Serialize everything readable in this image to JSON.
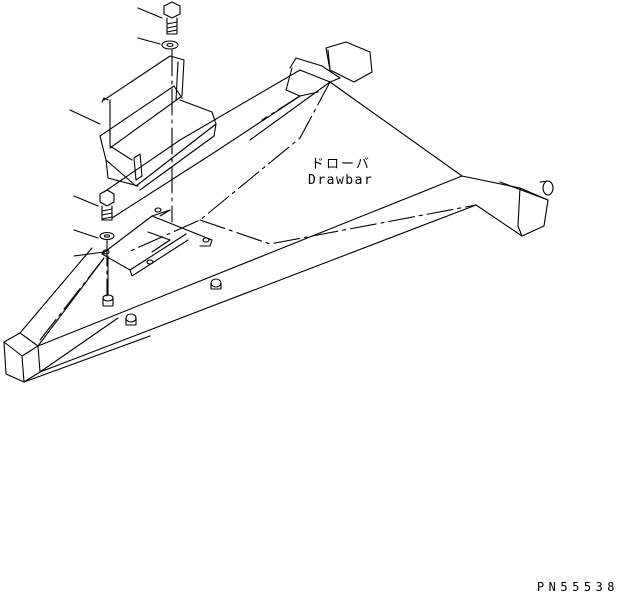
{
  "diagram": {
    "label_japanese": "ドローバ",
    "label_english": "Drawbar",
    "part_number": "PN55538"
  },
  "colors": {
    "line": "#000000",
    "background": "#ffffff"
  },
  "icons": [
    "bolt-icon",
    "washer-icon",
    "nut-icon"
  ]
}
